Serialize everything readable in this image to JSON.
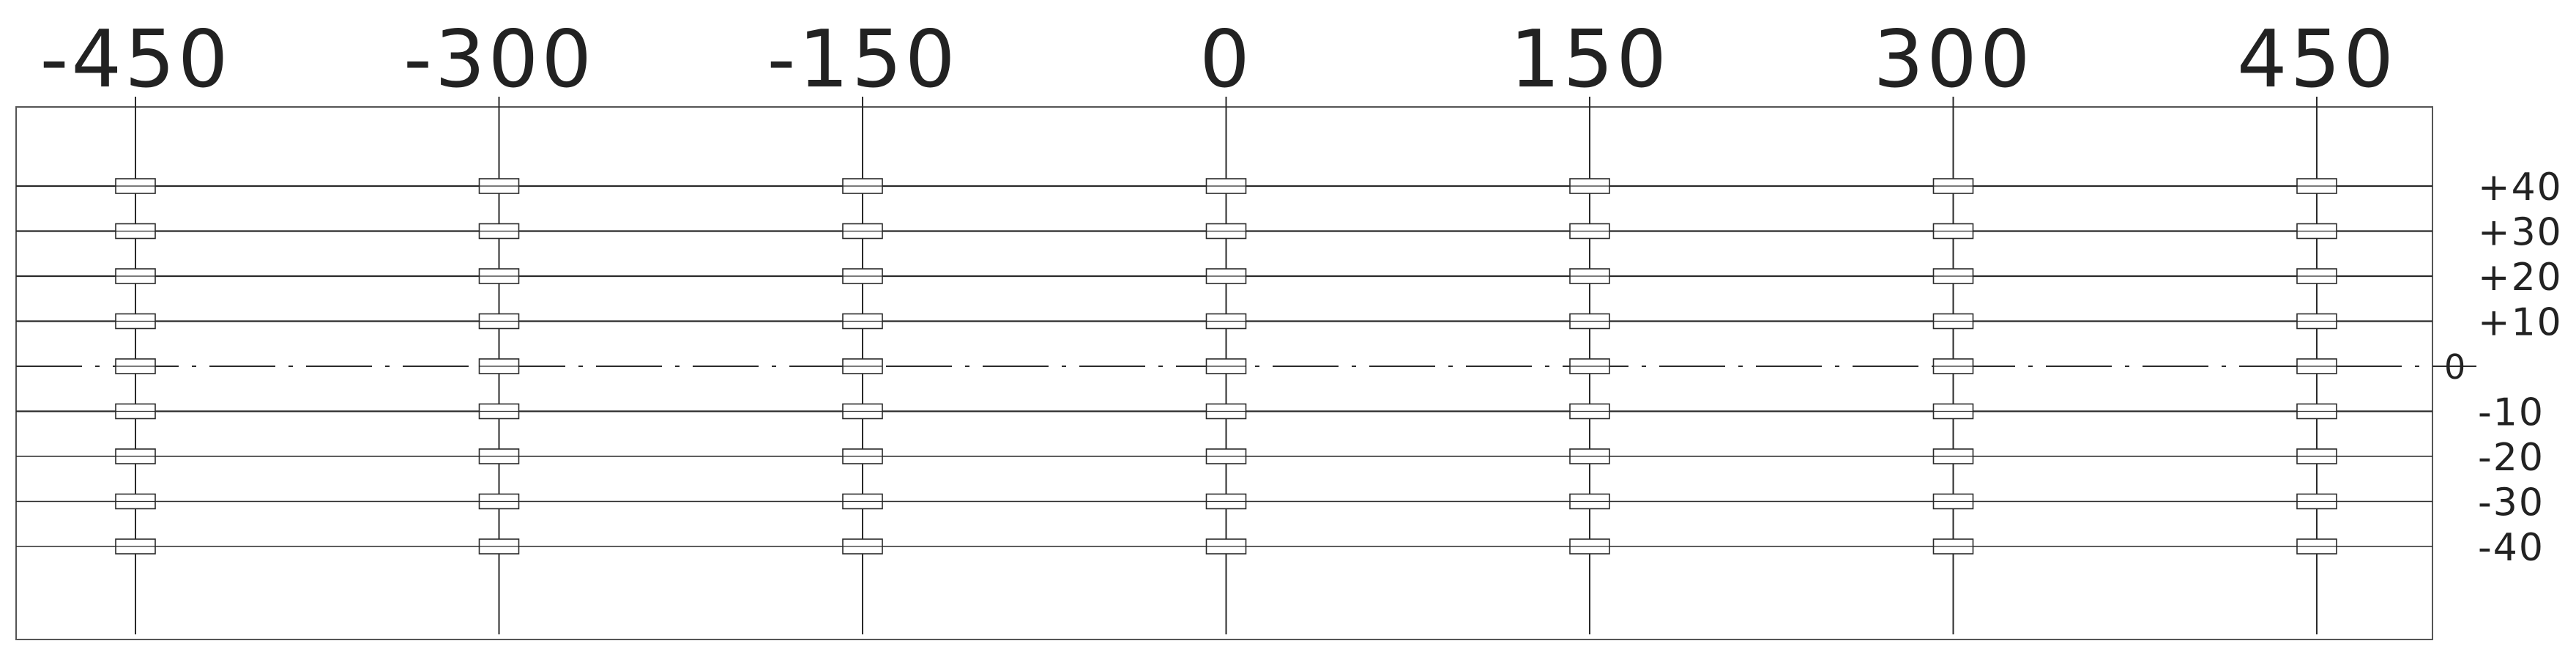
{
  "diagram": {
    "columns": [
      "-450",
      "-300",
      "-150",
      "0",
      "150",
      "300",
      "450"
    ],
    "rows": [
      "+40",
      "+30",
      "+20",
      "+10",
      "0",
      "-10",
      "-20",
      "-30",
      "-40"
    ],
    "center_row": "0",
    "line_color": "#2a2a2a",
    "frame_color": "#555555"
  }
}
